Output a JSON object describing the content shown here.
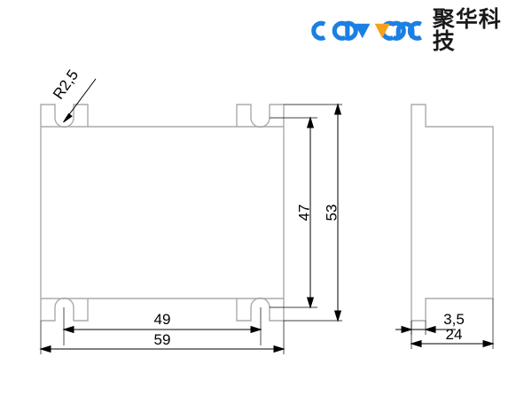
{
  "brand": {
    "logo_text": "cavono",
    "logo_cn_text": "聚华科技",
    "logo_color": "#1b7fe3",
    "logo_accent_color": "#f5a11e",
    "logo_cn_color": "#1a1a1a"
  },
  "drawing": {
    "line_color": "#aaaaaa",
    "dimension_color": "#000000",
    "background": "#ffffff",
    "views": [
      {
        "name": "front-view",
        "label": ""
      },
      {
        "name": "side-view",
        "label": ""
      }
    ]
  },
  "annotations": {
    "radius_note": "R2,5",
    "height_inner": "47",
    "height_outer": "53",
    "width_inner": "49",
    "width_outer": "59",
    "depth_flange": "3,5",
    "depth_total": "24"
  }
}
